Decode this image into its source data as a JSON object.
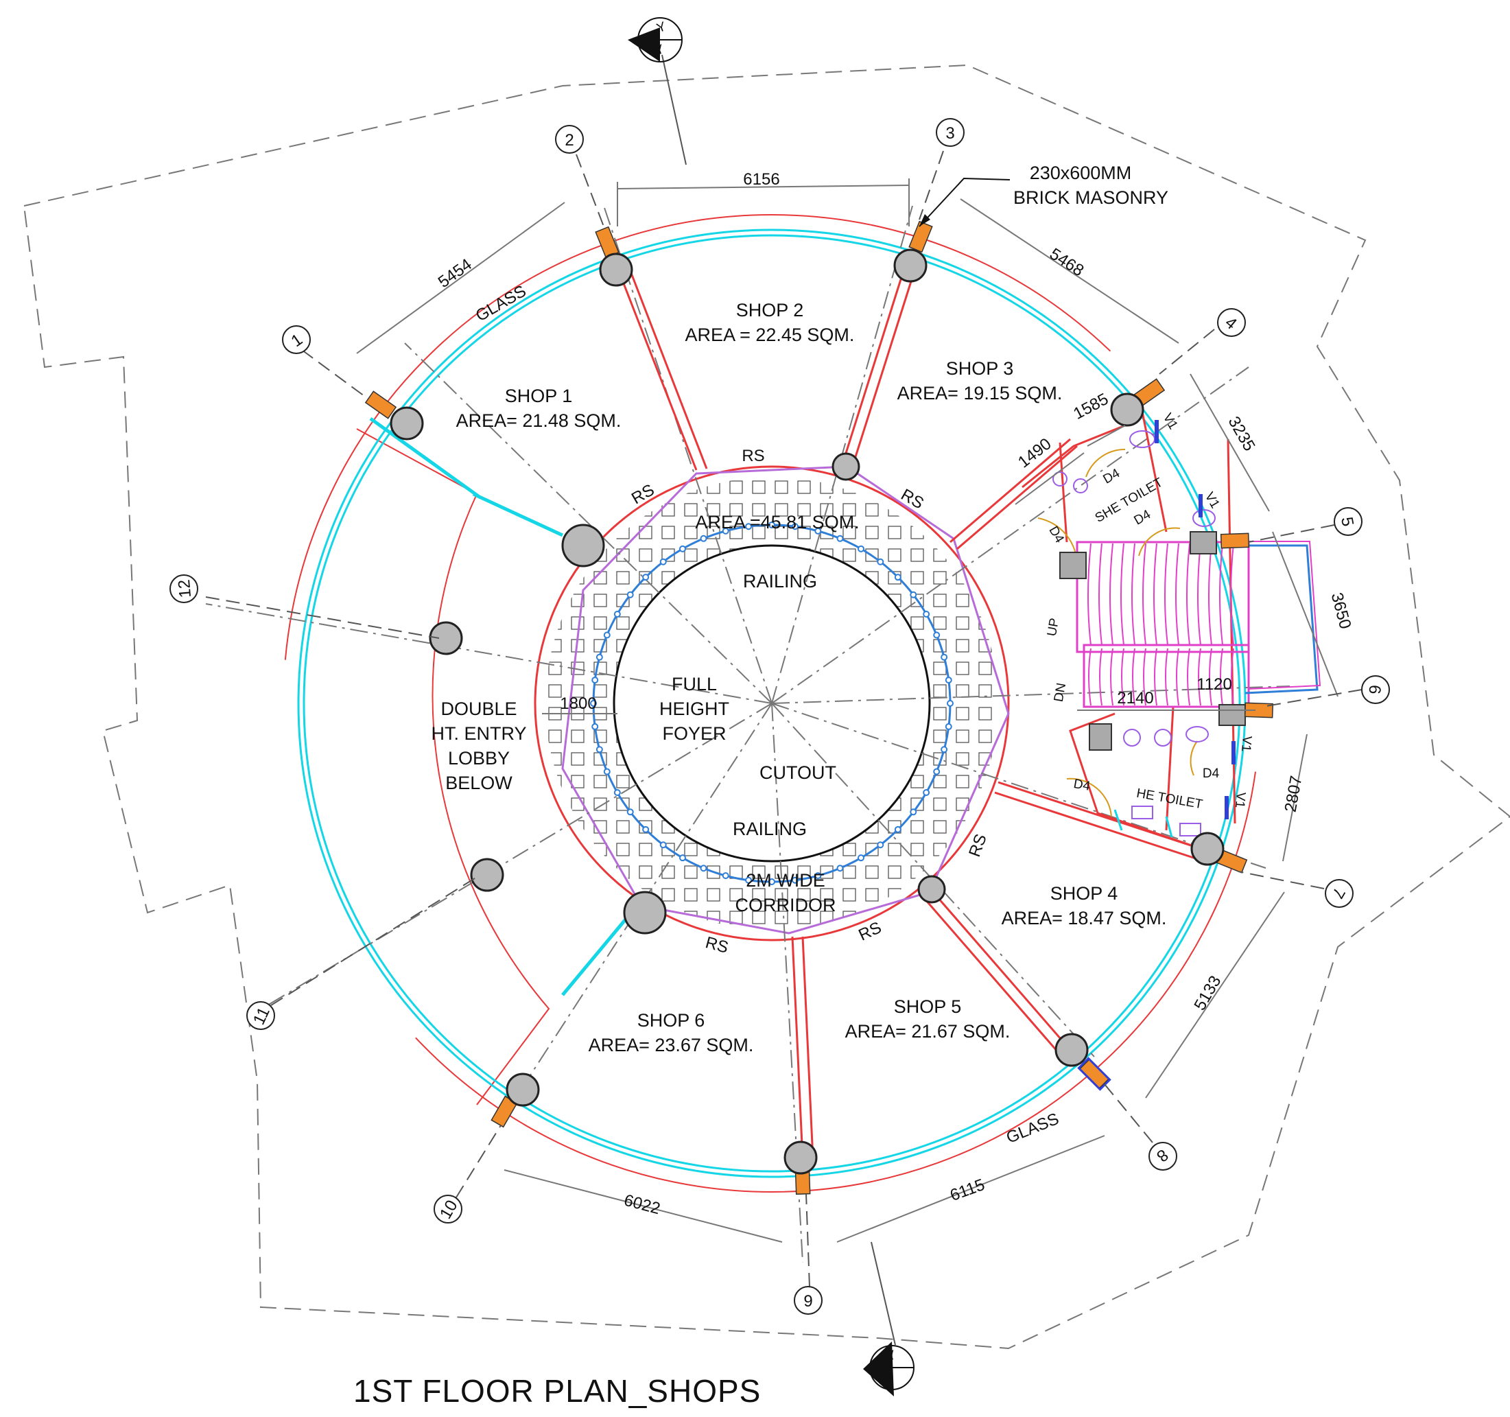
{
  "title": "1ST FLOOR PLAN_SHOPS",
  "shops": [
    {
      "name": "SHOP 1",
      "area": "AREA= 21.48 SQM."
    },
    {
      "name": "SHOP 2",
      "area": "AREA = 22.45 SQM."
    },
    {
      "name": "SHOP 3",
      "area": "AREA= 19.15 SQM."
    },
    {
      "name": "SHOP 4",
      "area": "AREA= 18.47 SQM."
    },
    {
      "name": "SHOP 5",
      "area": "AREA= 21.67 SQM."
    },
    {
      "name": "SHOP 6",
      "area": "AREA= 23.67 SQM."
    }
  ],
  "corridor": {
    "area": "AREA =45.81 SQM.",
    "line1": "2M WIDE",
    "line2": "CORRIDOR"
  },
  "foyer": {
    "line1": "FULL",
    "line2": "HEIGHT",
    "line3": "FOYER",
    "cutout": "CUTOUT"
  },
  "railing": "RAILING",
  "lobby": {
    "line1": "DOUBLE",
    "line2": "HT. ENTRY",
    "line3": "LOBBY",
    "line4": "BELOW"
  },
  "glass": "GLASS",
  "rs": "RS",
  "masonry": {
    "line1": "230x600MM",
    "line2": "BRICK MASONRY"
  },
  "toilets": {
    "she": "SHE TOILET",
    "he": "HE TOILET",
    "door": "D4",
    "vent": "V1"
  },
  "stair": {
    "up": "UP",
    "dn": "DN"
  },
  "section_marker": "Y",
  "grid_labels": [
    "1",
    "2",
    "3",
    "4",
    "5",
    "6",
    "7",
    "8",
    "9",
    "10",
    "11",
    "12"
  ],
  "dimensions": {
    "d6156": "6156",
    "d5454": "5454",
    "d5468": "5468",
    "d3235": "3235",
    "d1585": "1585",
    "d1490": "1490",
    "d3650": "3650",
    "d2140": "2140",
    "d1120": "1120",
    "d2807": "2807",
    "d5133": "5133",
    "d6115": "6115",
    "d6022": "6022",
    "d1800": "1800"
  }
}
